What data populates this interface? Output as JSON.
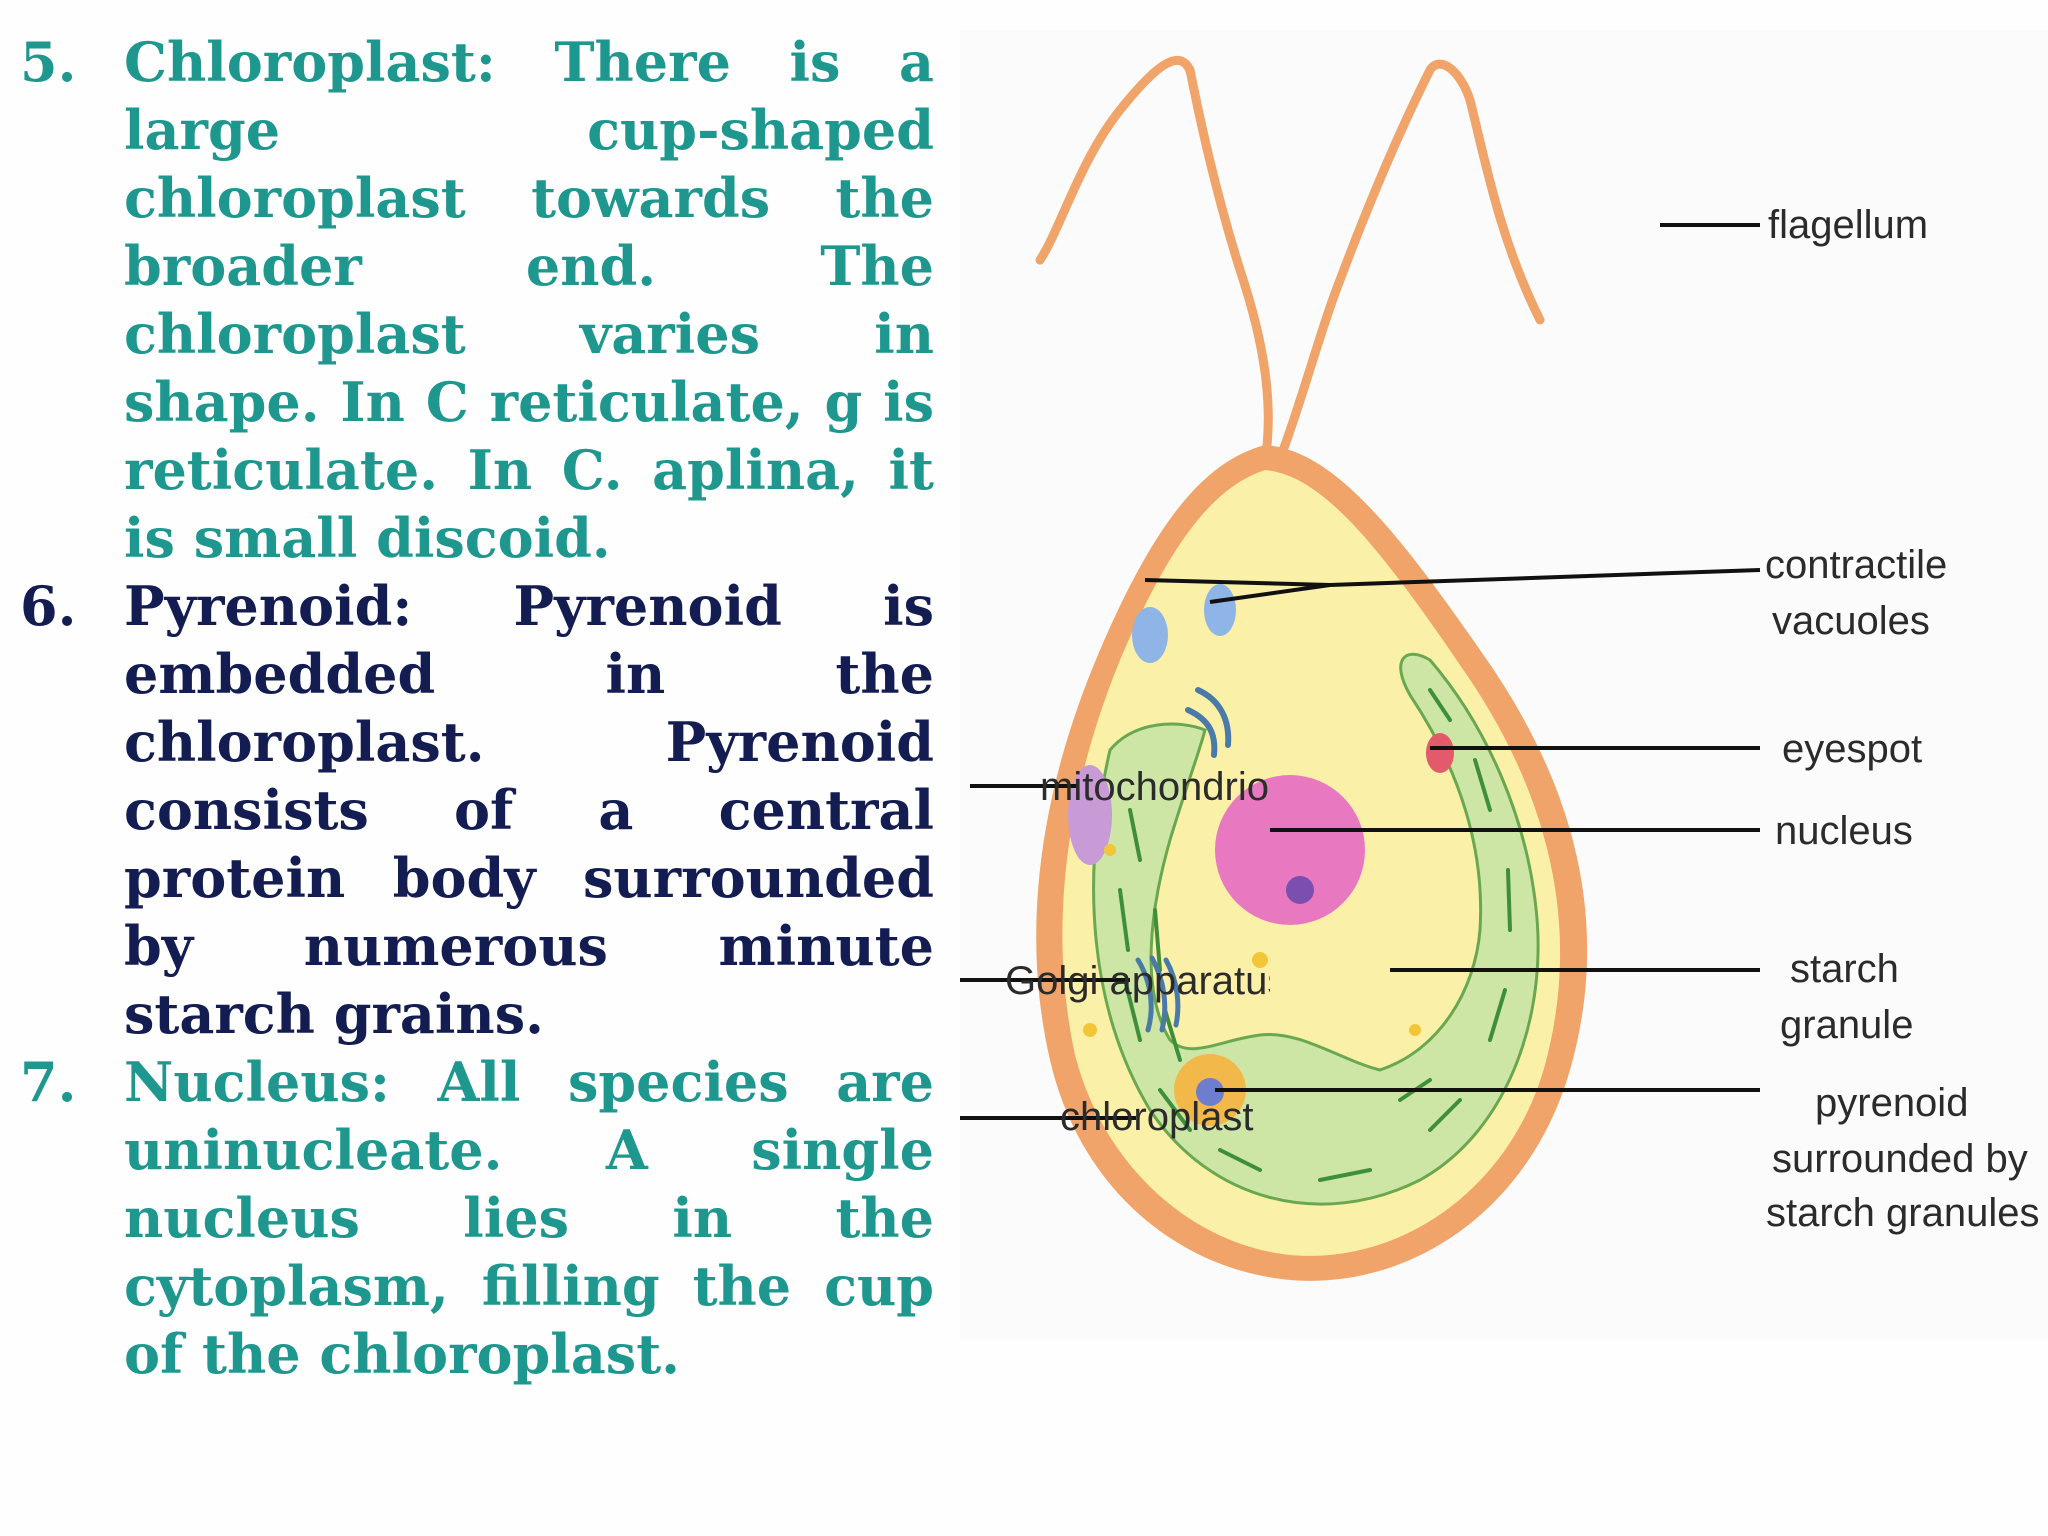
{
  "items": [
    {
      "number": "5.",
      "text": "Chloroplast: There is a large cup-shaped chloroplast towards the broader end. The chloroplast varies in shape. In C reticulate, g is reticulate. In C. aplina, it is small discoid.",
      "color": "#1e978f"
    },
    {
      "number": "6.",
      "text": "Pyrenoid: Pyrenoid is embedded in the chloroplast. Pyrenoid consists of a central protein body surrounded by numerous minute starch grains.",
      "color": "#141d52"
    },
    {
      "number": "7.",
      "text": "Nucleus: All species are uninucleate. A single nucleus lies in the cytoplasm, filling the cup of the chloroplast.",
      "color": "#1e978f"
    }
  ],
  "diagram": {
    "labels": {
      "flagellum": "flagellum",
      "contractile_1": "contractile",
      "contractile_2": "vacuoles",
      "eyespot": "eyespot",
      "nucleus": "nucleus",
      "starch_1": "starch",
      "starch_2": "granule",
      "pyrenoid_1": "pyrenoid",
      "pyrenoid_2": "surrounded by",
      "pyrenoid_3": "starch granules",
      "mitochondrion": "mitochondrion",
      "golgi": "Golgi apparatus",
      "chloroplast": "chloroplast"
    },
    "colors": {
      "cell_wall": "#f0a46a",
      "cytoplasm": "#fbf0a8",
      "chloroplast": "#cde6a6",
      "nucleus": "#e879c0",
      "vacuole": "#8fb4e6",
      "eyespot": "#e35a6a",
      "pyrenoid": "#f3b84a"
    }
  }
}
